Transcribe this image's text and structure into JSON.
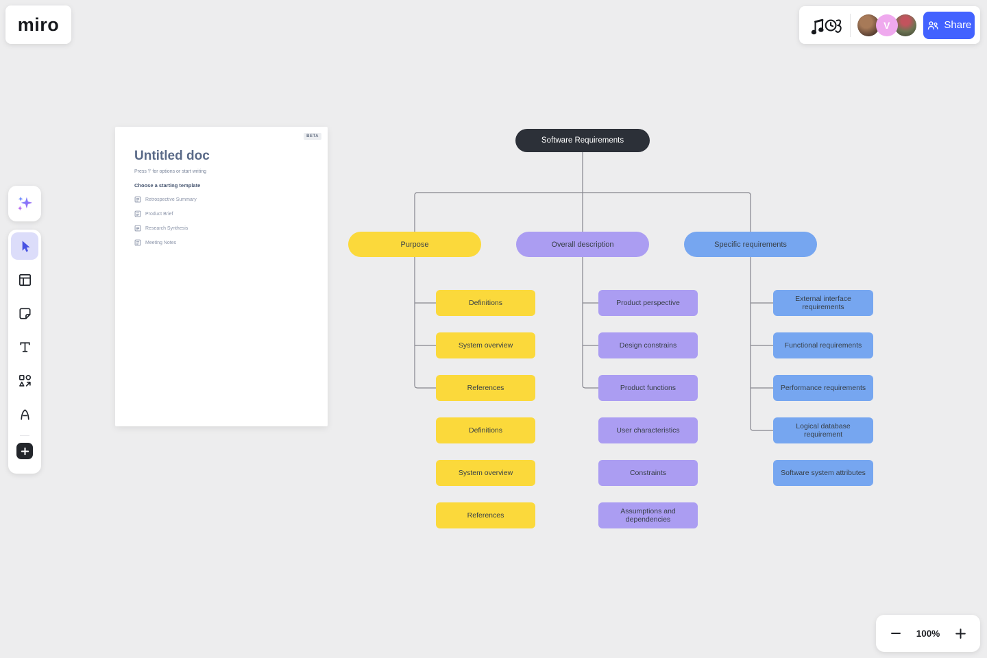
{
  "app": {
    "logo_text": "miro"
  },
  "topbar": {
    "share_label": "Share",
    "icons": [
      "music-doodle-icon",
      "share-people-icon"
    ],
    "avatars": [
      {
        "name": "collaborator-photo-1",
        "initial": ""
      },
      {
        "name": "collaborator-v",
        "initial": "V"
      },
      {
        "name": "collaborator-photo-2",
        "initial": ""
      }
    ]
  },
  "doc_panel": {
    "beta_badge": "BETA",
    "title": "Untitled doc",
    "hint": "Press '/' for options or start writing",
    "templates_heading": "Choose a starting template",
    "templates": [
      "Retrospective Summary",
      "Product Brief",
      "Research Synthesis",
      "Meeting Notes"
    ]
  },
  "toolbar": {
    "tools": [
      "ai-assistant",
      "select",
      "frames",
      "sticky-note",
      "text",
      "shapes",
      "pen",
      "add-more"
    ],
    "active_tool": "select"
  },
  "zoom_controls": {
    "zoom_out": "zoom-out-icon",
    "level": "100%",
    "zoom_in": "zoom-in-icon"
  },
  "colors": {
    "board_bg": "#EDEDEE",
    "brand_blue": "#4262FF",
    "root_dark": "#2C3038",
    "yellow": "#FBD93B",
    "purple": "#AB9DF2",
    "blue": "#76A6F0",
    "connector": "#85858D"
  },
  "mindmap": {
    "root": {
      "label": "Software Requirements",
      "color": "#2C3038"
    },
    "branches": [
      {
        "label": "Purpose",
        "color": "#FBD93B",
        "connected_children": 3,
        "children": [
          "Definitions",
          "System overview",
          "References",
          "Definitions",
          "System overview",
          "References"
        ]
      },
      {
        "label": "Overall description",
        "color": "#AB9DF2",
        "connected_children": 3,
        "children": [
          "Product perspective",
          "Design constrains",
          "Product functions",
          "User characteristics",
          "Constraints",
          "Assumptions and dependencies"
        ]
      },
      {
        "label": "Specific requirements",
        "color": "#76A6F0",
        "connected_children": 4,
        "children": [
          "External interface requirements",
          "Functional requirements",
          "Performance requirements",
          "Logical database requirement",
          "Software system attributes"
        ]
      }
    ]
  }
}
